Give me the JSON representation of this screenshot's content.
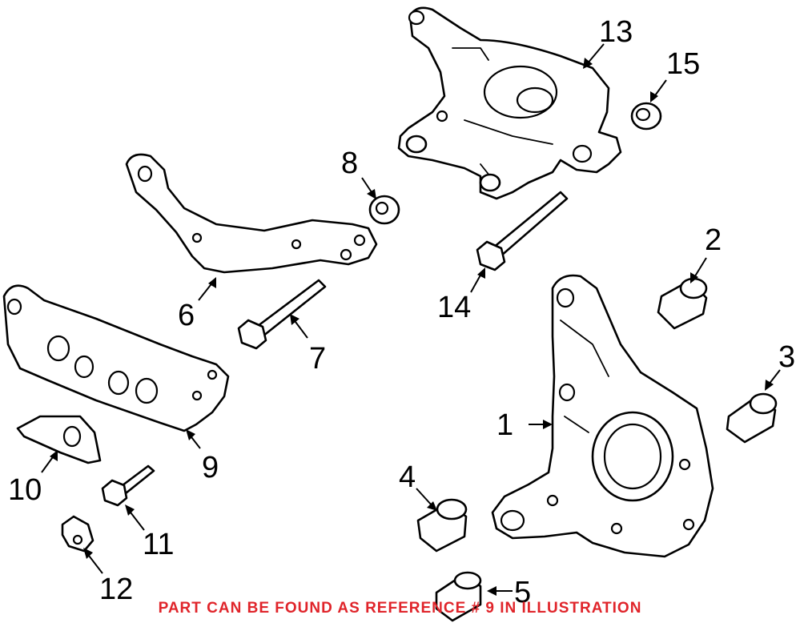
{
  "diagram": {
    "callouts": [
      "1",
      "2",
      "3",
      "4",
      "5",
      "6",
      "7",
      "8",
      "9",
      "10",
      "11",
      "12",
      "13",
      "14",
      "15"
    ]
  },
  "notice": {
    "text": "PART CAN BE FOUND AS REFERENCE # 9 IN ILLUSTRATION",
    "color": "#e0242a"
  },
  "colors": {
    "line": "#000000",
    "background": "#ffffff"
  }
}
